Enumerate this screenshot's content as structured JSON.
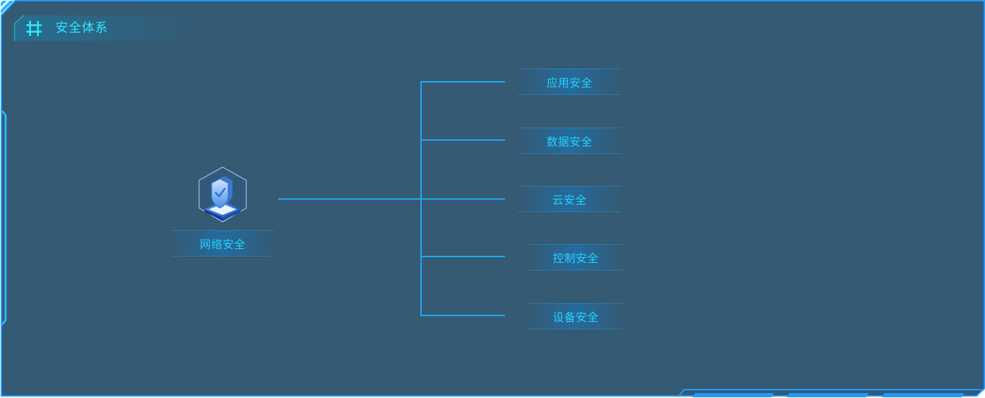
{
  "panel": {
    "title": "安全体系",
    "title_icon": "hash-grid-icon"
  },
  "root_node": {
    "label": "网络安全",
    "icon": "security-shield-icon"
  },
  "branches": [
    {
      "label": "应用安全"
    },
    {
      "label": "数据安全"
    },
    {
      "label": "云安全"
    },
    {
      "label": "控制安全"
    },
    {
      "label": "设备安全"
    }
  ],
  "colors": {
    "panel_background": "#345a74",
    "frame_border": "#1e9bff",
    "title_text": "#2ee6ff",
    "connector_line": "#1eaaf0",
    "label_text": "#22d3ff"
  }
}
